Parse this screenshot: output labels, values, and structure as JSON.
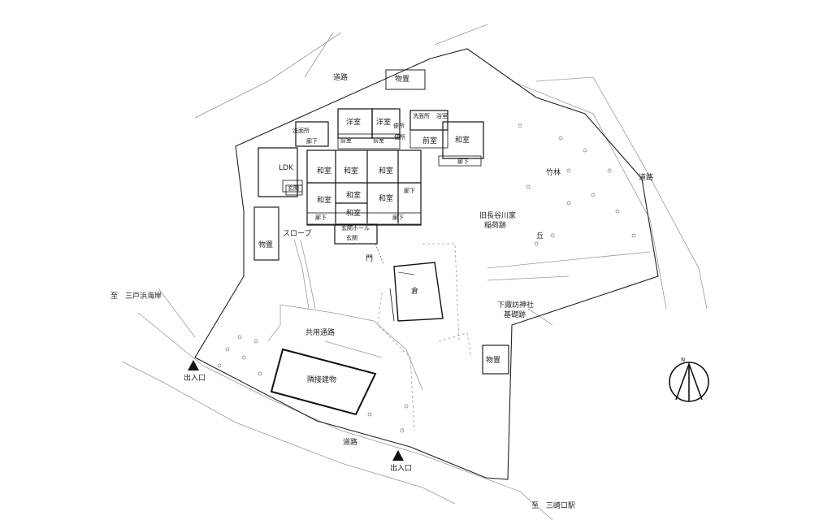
{
  "labels": {
    "road_top": "道路",
    "storage_top": "物置",
    "washroom_left": "洗面所",
    "western_room_1": "洋室",
    "western_room_2": "洋室",
    "washroom_right": "洗面所",
    "bath": "浴室",
    "toilet_1": "便所",
    "toilet_2": "便所",
    "corridor_top_left": "廊下",
    "anteroom_1": "前室",
    "anteroom_2": "前室",
    "anteroom_3": "前室",
    "japanese_room_far_right": "和室",
    "corridor_right_wing": "廊下",
    "ldk": "LDK",
    "japanese_room_1": "和室",
    "japanese_room_2": "和室",
    "japanese_room_3": "和室",
    "japanese_room_4": "和室",
    "japanese_room_5": "和室",
    "japanese_room_6": "和室",
    "japanese_room_7": "和室",
    "entrance_west": "玄関",
    "entrance_main": "玄関",
    "entrance_hall": "玄関ホール",
    "corridor_east": "廊下",
    "corridor_south_1": "廊下",
    "corridor_south_2": "廊下",
    "slope": "スロープ",
    "storage_left": "物置",
    "gate": "門",
    "warehouse": "倉",
    "bamboo_grove": "竹林",
    "road_right": "道路",
    "shrine_site_line1": "旧長谷川家",
    "shrine_site_line2": "稲荷跡",
    "hill": "丘",
    "suwa_shrine_line1": "下諏訪神社",
    "suwa_shrine_line2": "基礎跡",
    "to_mitohama_coast": "至　三戸浜海岸",
    "shared_passage": "共用通路",
    "neighbor_building": "隣接建物",
    "storage_bottom": "物置",
    "entry_exit_west": "出入口",
    "entry_exit_south": "出入口",
    "road_bottom": "道路",
    "to_misakiguchi_station": "至　三崎口駅",
    "north": "N"
  },
  "colors": {
    "line": "#333333",
    "wall": "#111111",
    "thin": "#9a9a9a",
    "background": "#ffffff"
  },
  "icons": {
    "entry_marker": "filled-triangle",
    "north_arrow": "compass-circle",
    "tree": "small-tree-glyph"
  }
}
